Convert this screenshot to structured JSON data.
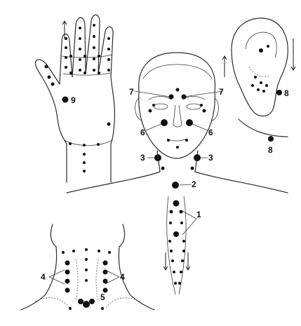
{
  "colors": {
    "ink": "#111111",
    "background": "#ffffff",
    "point": "#111111"
  },
  "labels": {
    "l1": "1",
    "l2": "2",
    "l3_left": "3",
    "l3_right": "3",
    "l4_left": "4",
    "l4_right": "4",
    "l5": "5",
    "l6_left": "6",
    "l6_right": "6",
    "l7_left": "7",
    "l7_right": "7",
    "l8_ear": "8",
    "l8_neck": "8",
    "l9": "9"
  }
}
